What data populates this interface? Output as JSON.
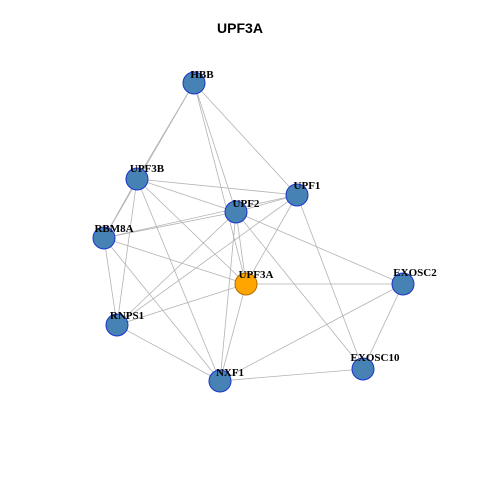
{
  "title": "UPF3A",
  "colors": {
    "node_fill": "#4682b4",
    "node_stroke": "#1a33cc",
    "focus_fill": "#ffa500",
    "focus_stroke": "#b36b00",
    "edge": "#b3b3b3"
  },
  "graph": {
    "focus": "UPF3A",
    "nodes": [
      "HBB",
      "UPF3B",
      "UPF1",
      "UPF2",
      "RBM8A",
      "UPF3A",
      "EXOSC2",
      "RNPS1",
      "EXOSC10",
      "NXF1"
    ],
    "edges": [
      [
        "HBB",
        "UPF3B"
      ],
      [
        "HBB",
        "RBM8A"
      ],
      [
        "HBB",
        "UPF2"
      ],
      [
        "HBB",
        "UPF1"
      ],
      [
        "HBB",
        "UPF3A"
      ],
      [
        "UPF3B",
        "UPF1"
      ],
      [
        "UPF3B",
        "UPF2"
      ],
      [
        "UPF3B",
        "RBM8A"
      ],
      [
        "UPF3B",
        "RNPS1"
      ],
      [
        "UPF3B",
        "NXF1"
      ],
      [
        "UPF3B",
        "UPF3A"
      ],
      [
        "UPF1",
        "UPF2"
      ],
      [
        "UPF1",
        "RBM8A"
      ],
      [
        "UPF1",
        "UPF3A"
      ],
      [
        "UPF1",
        "EXOSC10"
      ],
      [
        "UPF1",
        "RNPS1"
      ],
      [
        "UPF2",
        "RBM8A"
      ],
      [
        "UPF2",
        "UPF3A"
      ],
      [
        "UPF2",
        "RNPS1"
      ],
      [
        "UPF2",
        "EXOSC2"
      ],
      [
        "UPF2",
        "EXOSC10"
      ],
      [
        "UPF2",
        "NXF1"
      ],
      [
        "RBM8A",
        "UPF3A"
      ],
      [
        "RBM8A",
        "RNPS1"
      ],
      [
        "RBM8A",
        "NXF1"
      ],
      [
        "UPF3A",
        "EXOSC2"
      ],
      [
        "UPF3A",
        "NXF1"
      ],
      [
        "UPF3A",
        "RNPS1"
      ],
      [
        "EXOSC2",
        "EXOSC10"
      ],
      [
        "EXOSC2",
        "NXF1"
      ],
      [
        "EXOSC10",
        "NXF1"
      ],
      [
        "RNPS1",
        "NXF1"
      ]
    ]
  }
}
